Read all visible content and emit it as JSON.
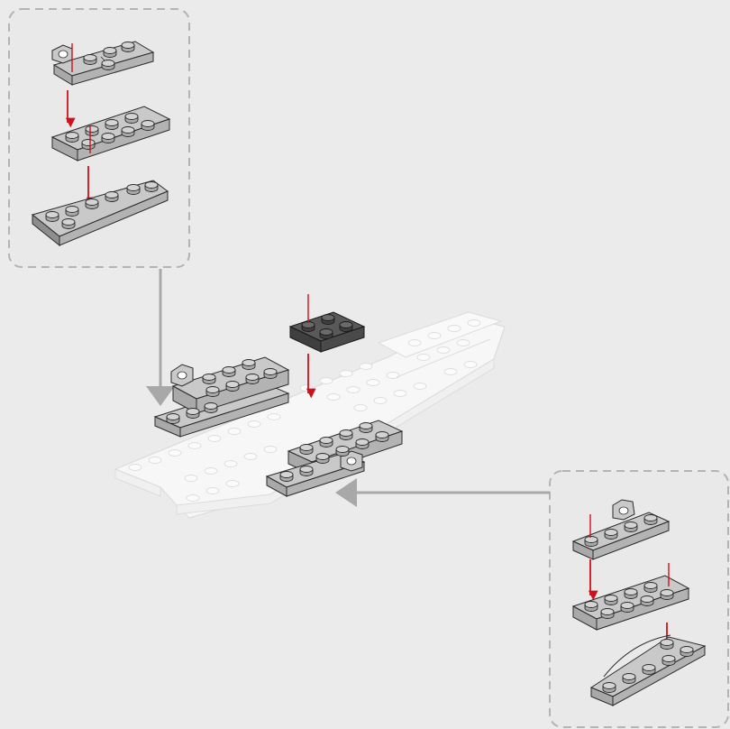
{
  "page": {
    "background": "#ebebeb"
  },
  "colors": {
    "part_light": "#c9c9c9",
    "part_light_side": "#a9a9a9",
    "part_dark": "#595959",
    "part_dark_side": "#3f3f3f",
    "ghost": "#f7f7f7",
    "ghost_stroke": "#dcdcdc",
    "outline": "#2b2b2b",
    "arrow_red": "#d0101a",
    "callout_arrow": "#a8a8a8"
  },
  "icons": {
    "part_insert_arrow": "red-down-arrow-icon",
    "callout_pointer": "gray-pointer-arrow-icon"
  },
  "callouts": [
    {
      "name": "subassembly-left",
      "parts": [
        "clip-plate-1x2",
        "plate-2x4",
        "wedge-plate-left"
      ]
    },
    {
      "name": "subassembly-right",
      "parts": [
        "clip-plate-1x2",
        "plate-2x4",
        "wedge-plate-right"
      ]
    }
  ],
  "main_assembly": {
    "new_part": "dark-plate-2x2",
    "base": "ghost-wing-base"
  }
}
